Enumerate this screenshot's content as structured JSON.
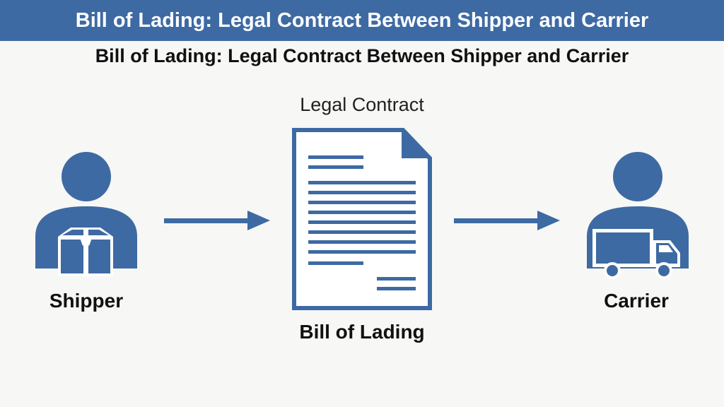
{
  "banner": {
    "title": "Bill of Lading: Legal Contract Between Shipper and Carrier"
  },
  "heading": {
    "title": "Bill of Lading: Legal Contract Between Shipper and Carrier"
  },
  "document": {
    "top_label": "Legal Contract",
    "bottom_label": "Bill of Lading",
    "icon": "document-icon"
  },
  "shipper": {
    "label": "Shipper",
    "icon": "person-with-box-icon"
  },
  "carrier": {
    "label": "Carrier",
    "icon": "person-with-truck-icon"
  },
  "arrows": [
    {
      "from": "shipper",
      "to": "document"
    },
    {
      "from": "document",
      "to": "carrier"
    }
  ],
  "colors": {
    "accent": "#3d6aa3",
    "text": "#111111",
    "background": "#f7f7f6"
  }
}
